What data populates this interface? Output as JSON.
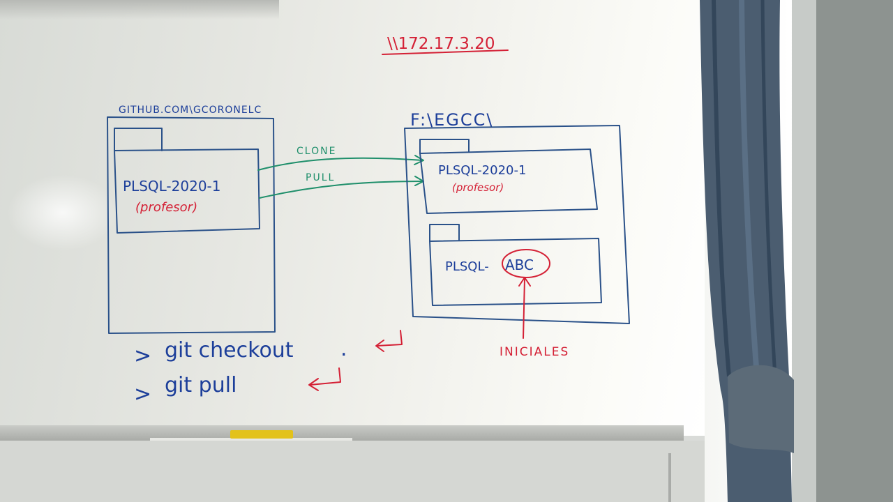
{
  "whiteboard": {
    "ip_label": "\\\\172.17.3.20",
    "remote": {
      "url_label": "GITHUB.COM\\GCORONELC",
      "folder_name": "PLSQL-2020-1",
      "folder_note": "(profesor)"
    },
    "local": {
      "path_label": "F:\\EGCC\\",
      "folder_name": "PLSQL-2020-1",
      "folder_note": "(profesor)",
      "student_prefix": "PLSQL-",
      "student_initials": "ABC"
    },
    "arrows": {
      "clone_label": "CLONE",
      "pull_label": "PULL"
    },
    "initials_label": "INICIALES",
    "commands": [
      {
        "prompt": ">",
        "text": "git checkout",
        "suffix": "."
      },
      {
        "prompt": ">",
        "text": "git pull",
        "suffix": ""
      }
    ]
  },
  "ink_colors": {
    "blue": "#1d3f9a",
    "red": "#d42035",
    "green": "#1f8f6b"
  }
}
